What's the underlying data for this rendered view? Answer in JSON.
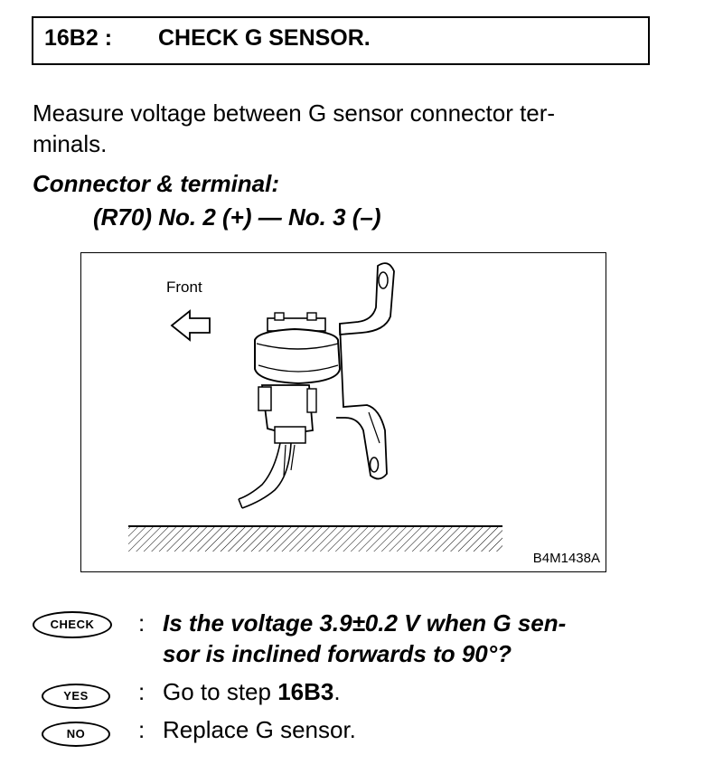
{
  "header": {
    "step_id": "16B2 :",
    "title": "CHECK G SENSOR."
  },
  "instruction": "Measure voltage between G sensor connector ter- minals.",
  "instruction_lines": [
    "Measure voltage between G sensor connector ter-",
    "minals."
  ],
  "connector": {
    "heading": "Connector & terminal:",
    "detail": "(R70) No. 2 (+) — No. 3 (–)"
  },
  "figure": {
    "direction_label": "Front",
    "figure_code": "B4M1438A"
  },
  "check": {
    "badge": "CHECK",
    "separator": ":",
    "question_lines": [
      "Is the voltage 3.9±0.2 V when G sen-",
      "sor is inclined forwards to 90°?"
    ]
  },
  "yes": {
    "badge": "YES",
    "separator": ":",
    "prefix": "Go to step ",
    "step": "16B3",
    "suffix": "."
  },
  "no": {
    "badge": "NO",
    "separator": ":",
    "text": "Replace G sensor."
  }
}
